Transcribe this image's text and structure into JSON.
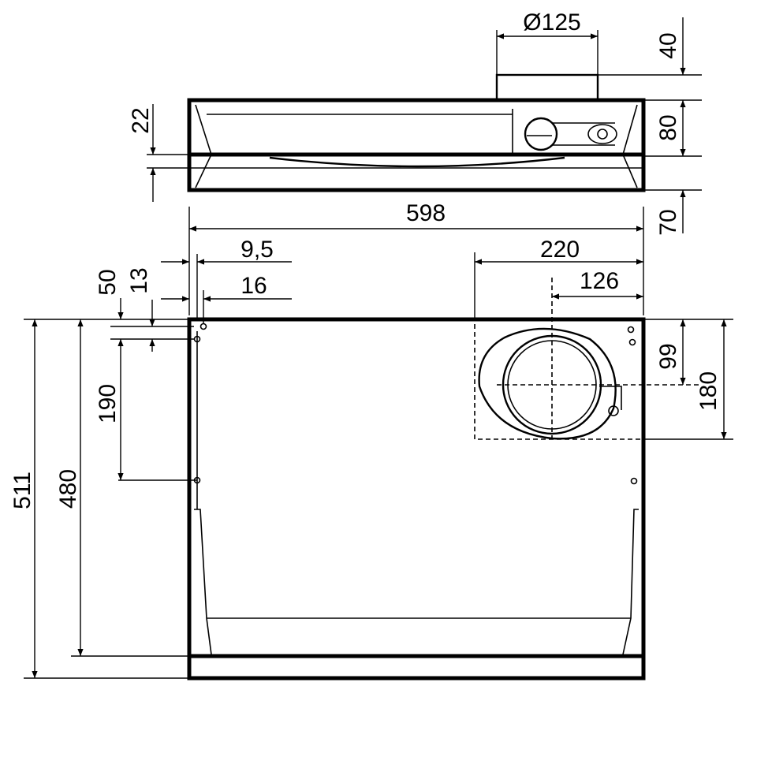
{
  "dimensions": {
    "duct_diameter": "Ø125",
    "duct_height": "40",
    "body_height": "80",
    "lip_height": "22",
    "front_height": "70",
    "total_width": "598",
    "side_offset_a": "9,5",
    "side_offset_b": "16",
    "hole_offset_a": "50",
    "hole_offset_b": "13",
    "hole_spacing": "190",
    "depth_inner": "480",
    "depth_total": "511",
    "outlet_zone_width": "220",
    "outlet_center_x": "126",
    "outlet_center_y": "99",
    "outlet_zone_depth": "180"
  }
}
